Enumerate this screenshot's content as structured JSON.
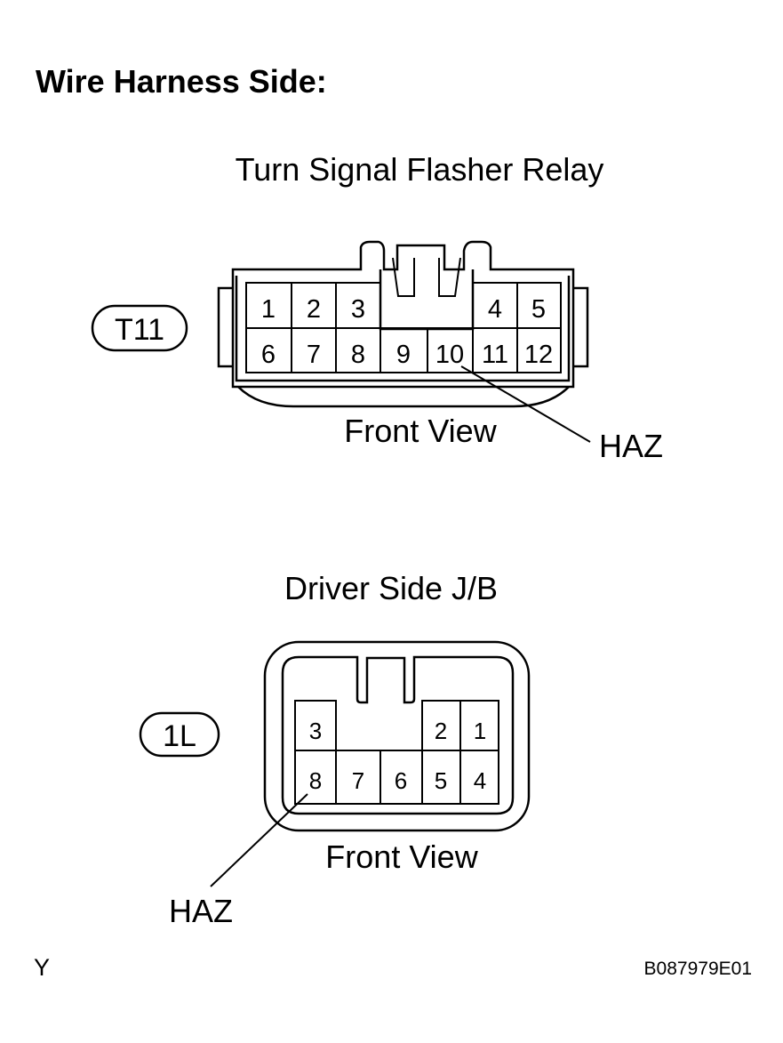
{
  "heading": "Wire Harness Side:",
  "connectors": [
    {
      "title": "Turn Signal Flasher Relay",
      "code": "T11",
      "view": "Front View",
      "pins_top": [
        "1",
        "2",
        "3",
        "",
        "",
        "4",
        "5"
      ],
      "pins_bottom": [
        "6",
        "7",
        "8",
        "9",
        "10",
        "11",
        "12"
      ],
      "callout": "HAZ"
    },
    {
      "title": "Driver Side J/B",
      "code": "1L",
      "view": "Front View",
      "pins_top": [
        "3",
        "",
        "",
        "2",
        "1"
      ],
      "pins_bottom": [
        "8",
        "7",
        "6",
        "5",
        "4"
      ],
      "callout": "HAZ"
    }
  ],
  "footer": {
    "left": "Y",
    "right": "B087979E01"
  },
  "colors": {
    "ink": "#000000",
    "background": "#ffffff"
  }
}
